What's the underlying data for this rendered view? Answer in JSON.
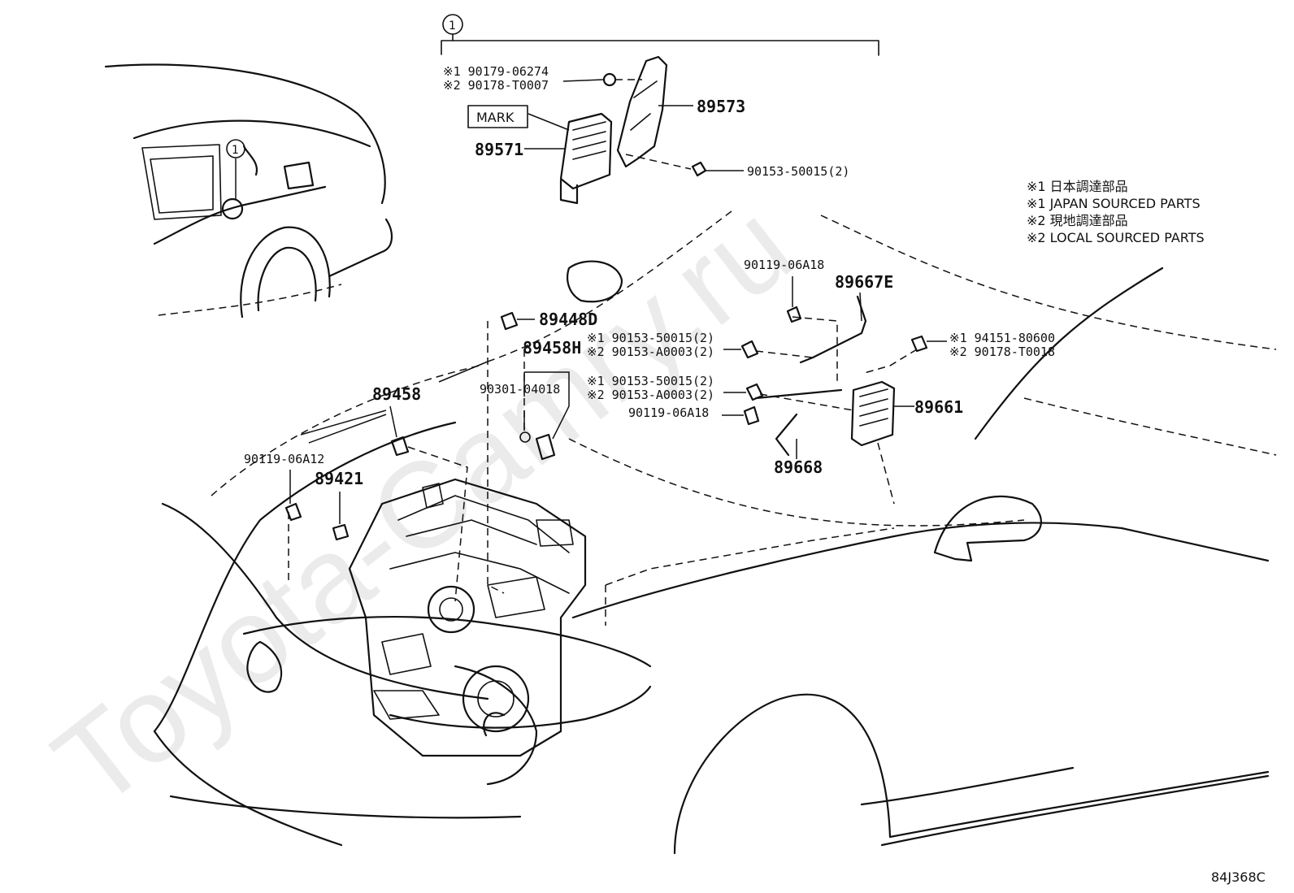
{
  "watermark": "Toyota-Camry.ru",
  "diagram_code": "84J368C",
  "group_callout": "1",
  "mark_label": "MARK",
  "legend": [
    "※1 日本調達部品",
    "※1 JAPAN SOURCED PARTS",
    "※2 現地調達部品",
    "※2 LOCAL SOURCED PARTS"
  ],
  "parts": {
    "p89573": "89573",
    "p89571": "89571",
    "p89448D": "89448D",
    "p89458H": "89458H",
    "p89458": "89458",
    "p89421": "89421",
    "p89667E": "89667E",
    "p89661": "89661",
    "p89668": "89668"
  },
  "subparts": {
    "s90179": "※1 90179-06274",
    "s90178a": "※2 90178-T0007",
    "s90153b": "90153-50015(2)",
    "s90119a18top": "90119-06A18",
    "s90153c1": "※1 90153-50015(2)",
    "s90153c2": "※2 90153-A0003(2)",
    "s94151": "※1 94151-80600",
    "s90178b": "※2 90178-T0018",
    "s90301": "90301-04018",
    "s90153d1": "※1 90153-50015(2)",
    "s90153d2": "※2 90153-A0003(2)",
    "s90119a18": "90119-06A18",
    "s90119a12": "90119-06A12"
  }
}
